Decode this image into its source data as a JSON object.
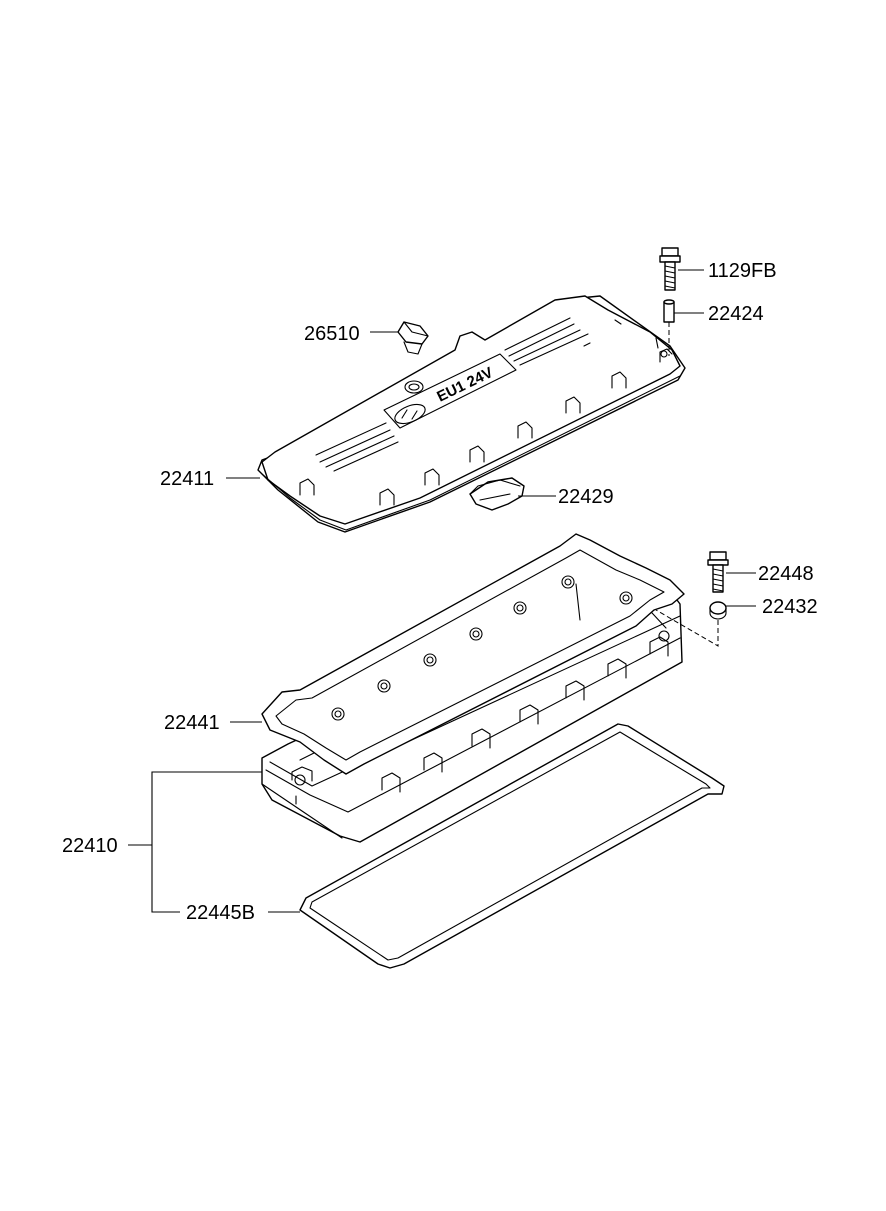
{
  "labels": {
    "p1129FB": "1129FB",
    "p22424": "22424",
    "p26510": "26510",
    "p22411": "22411",
    "p22429": "22429",
    "p22448": "22448",
    "p22432": "22432",
    "p22441": "22441",
    "p22410": "22410",
    "p22445B": "22445B"
  },
  "cover_emblem": "EU1 24V"
}
